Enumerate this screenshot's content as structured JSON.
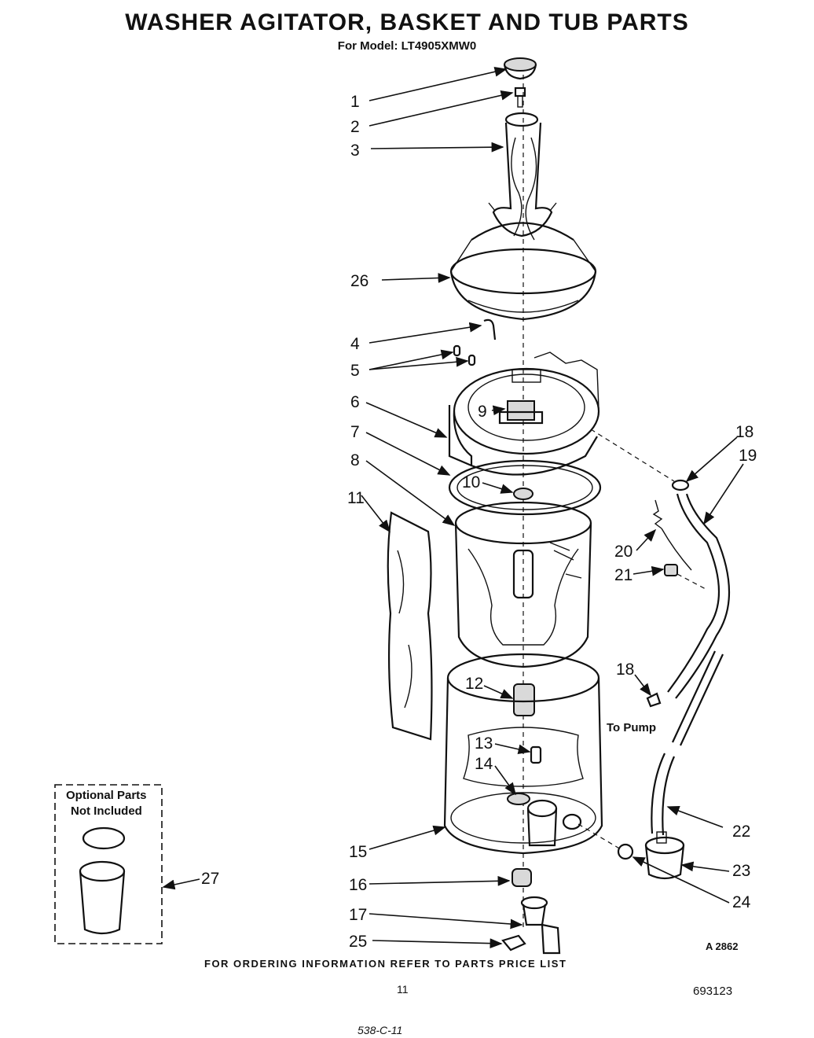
{
  "title": "WASHER AGITATOR, BASKET AND TUB  PARTS",
  "model_line": "For Model: LT4905XMW0",
  "callouts": [
    {
      "id": "1",
      "text": "1"
    },
    {
      "id": "2",
      "text": "2"
    },
    {
      "id": "3",
      "text": "3"
    },
    {
      "id": "26",
      "text": "26"
    },
    {
      "id": "4",
      "text": "4"
    },
    {
      "id": "5",
      "text": "5"
    },
    {
      "id": "6",
      "text": "6"
    },
    {
      "id": "9",
      "text": "9"
    },
    {
      "id": "7",
      "text": "7"
    },
    {
      "id": "8",
      "text": "8"
    },
    {
      "id": "10",
      "text": "10"
    },
    {
      "id": "11",
      "text": "11"
    },
    {
      "id": "18a",
      "text": "18"
    },
    {
      "id": "19",
      "text": "19"
    },
    {
      "id": "20",
      "text": "20"
    },
    {
      "id": "21",
      "text": "21"
    },
    {
      "id": "18b",
      "text": "18"
    },
    {
      "id": "12",
      "text": "12"
    },
    {
      "id": "13",
      "text": "13"
    },
    {
      "id": "14",
      "text": "14"
    },
    {
      "id": "15",
      "text": "15"
    },
    {
      "id": "16",
      "text": "16"
    },
    {
      "id": "17",
      "text": "17"
    },
    {
      "id": "25",
      "text": "25"
    },
    {
      "id": "22",
      "text": "22"
    },
    {
      "id": "23",
      "text": "23"
    },
    {
      "id": "24",
      "text": "24"
    },
    {
      "id": "27",
      "text": "27"
    }
  ],
  "to_pump": "To Pump",
  "optional_line1": "Optional Parts",
  "optional_line2": "Not Included",
  "ref_code": "A 2862",
  "footer_note": "FOR ORDERING INFORMATION REFER TO PARTS PRICE LIST",
  "page_number": "11",
  "doc_number": "693123",
  "handwritten_note": "538-C-11"
}
